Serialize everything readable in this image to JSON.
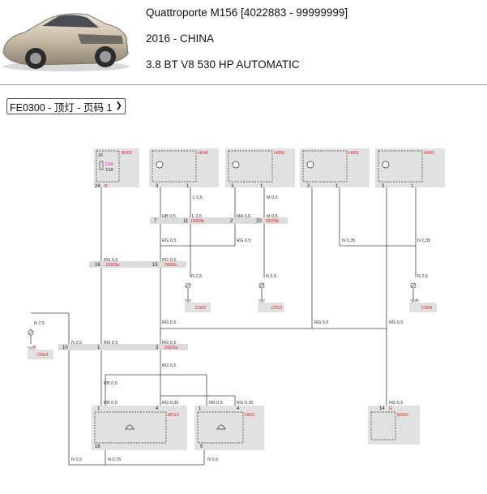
{
  "header": {
    "model": "Quattroporte M156 [4022883 - 99999999]",
    "year_market": "2016 - CHINA",
    "engine": "3.8 BT V8 530 HP AUTOMATIC"
  },
  "page_select": {
    "value": "FE0300 - 顶灯 - 页码 1"
  },
  "components": {
    "b003": "B003",
    "f24": "F24",
    "amp": "10A",
    "p30": "30",
    "h049": "H049",
    "h050": "H050",
    "h001": "H001",
    "h002": "H002",
    "m013": "M013",
    "h021": "H021",
    "m002": "M002",
    "c022": "C022",
    "c023": "C023",
    "c004a": "C004",
    "c004b": "C004",
    "d024b": "D024b",
    "d025b": "D025b",
    "d003a": "D003a",
    "d003c": "D003c",
    "d023a": "D023a",
    "pinB1": "B",
    "pinB2": "B",
    "pinG": "G",
    "pinA": "A"
  },
  "wires": {
    "rg05": "RG 0,5",
    "l05": "L 0,5",
    "m05": "M 0,5",
    "l25": "L 2,5",
    "hb05": "HB 0,5",
    "ma05": "MA 0,5",
    "n035": "N 0,35",
    "n25": "N 2,5",
    "rb05": "RB 0,5",
    "rg035": "RG 0,35",
    "n075": "N 0,75",
    "n05": "N 0,5"
  },
  "pins": {
    "p24": "24",
    "p3": "3",
    "p1": "1",
    "p7": "7",
    "p11": "11",
    "p2": "2",
    "p20": "20",
    "p16": "16",
    "p15": "15",
    "p10": "10",
    "p4": "4",
    "p5": "5",
    "p14": "14"
  }
}
